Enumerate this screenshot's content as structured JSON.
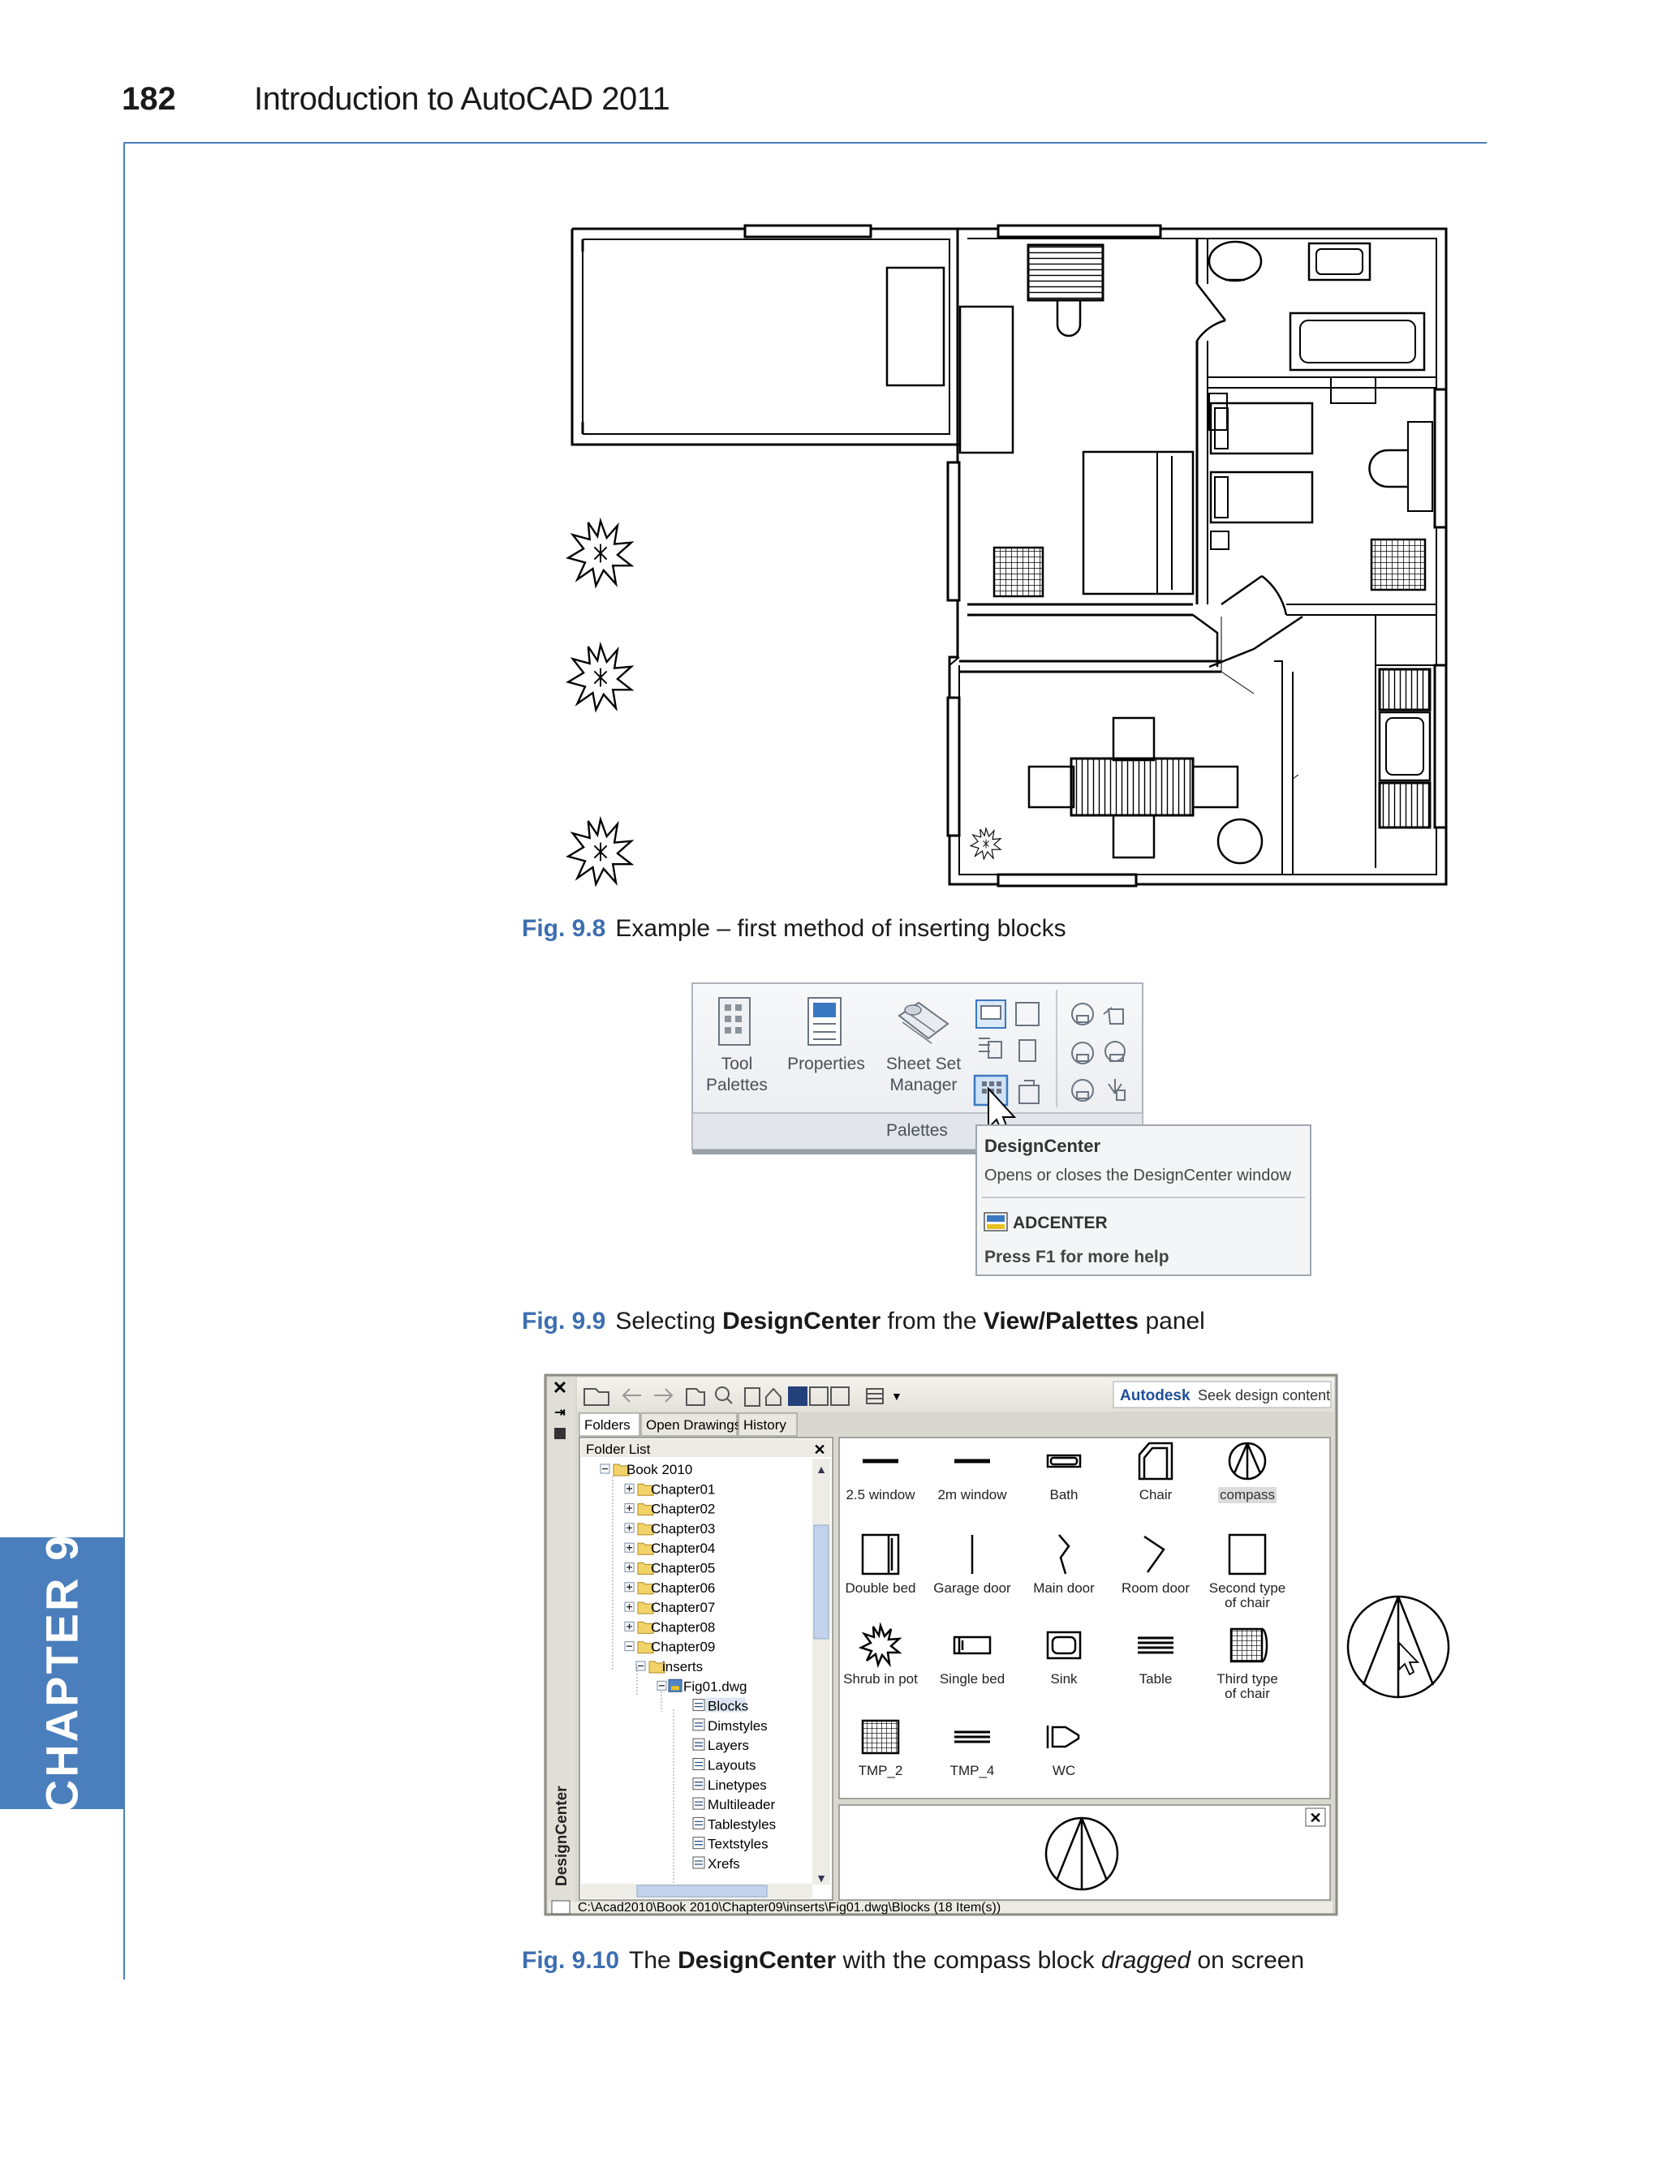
{
  "header": {
    "page_number": "182",
    "running_title": "Introduction to AutoCAD 2011"
  },
  "chapter_tab": "CHAPTER 9",
  "figures": {
    "fig98": {
      "number": "Fig. 9.8",
      "text": "Example – first method of inserting blocks"
    },
    "fig99": {
      "number": "Fig. 9.9",
      "pre": "Selecting ",
      "b1": "DesignCenter",
      "mid": " from the ",
      "b2": "View/Palettes",
      "post": " panel"
    },
    "fig910": {
      "number": "Fig. 9.10",
      "pre": "The ",
      "b1": "DesignCenter",
      "mid": " with the compass block ",
      "em": "dragged",
      "post": " on screen"
    }
  },
  "ribbon": {
    "tool_palettes": [
      "Tool",
      "Palettes"
    ],
    "properties": "Properties",
    "sheet_set": [
      "Sheet Set",
      "Manager"
    ],
    "panel_title": "Palettes",
    "tooltip": {
      "title": "DesignCenter",
      "desc": "Opens or closes the DesignCenter window",
      "command": "ADCENTER",
      "help": "Press F1 for more help"
    }
  },
  "designcenter": {
    "vertical_title": "DesignCenter",
    "seek_brand": "Autodesk",
    "seek_text": "Seek design content",
    "tabs": [
      "Folders",
      "Open Drawings",
      "History"
    ],
    "folder_list_label": "Folder List",
    "tree": [
      {
        "label": "Book 2010",
        "level": 0,
        "kind": "folder"
      },
      {
        "label": "Chapter01",
        "level": 1,
        "kind": "folder"
      },
      {
        "label": "Chapter02",
        "level": 1,
        "kind": "folder"
      },
      {
        "label": "Chapter03",
        "level": 1,
        "kind": "folder"
      },
      {
        "label": "Chapter04",
        "level": 1,
        "kind": "folder"
      },
      {
        "label": "Chapter05",
        "level": 1,
        "kind": "folder"
      },
      {
        "label": "Chapter06",
        "level": 1,
        "kind": "folder"
      },
      {
        "label": "Chapter07",
        "level": 1,
        "kind": "folder"
      },
      {
        "label": "Chapter08",
        "level": 1,
        "kind": "folder"
      },
      {
        "label": "Chapter09",
        "level": 1,
        "kind": "folder"
      },
      {
        "label": "inserts",
        "level": 2,
        "kind": "folder"
      },
      {
        "label": "Fig01.dwg",
        "level": 3,
        "kind": "dwg"
      },
      {
        "label": "Blocks",
        "level": 4,
        "kind": "item"
      },
      {
        "label": "Dimstyles",
        "level": 4,
        "kind": "item"
      },
      {
        "label": "Layers",
        "level": 4,
        "kind": "item"
      },
      {
        "label": "Layouts",
        "level": 4,
        "kind": "item"
      },
      {
        "label": "Linetypes",
        "level": 4,
        "kind": "item"
      },
      {
        "label": "Multileader",
        "level": 4,
        "kind": "item"
      },
      {
        "label": "Tablestyles",
        "level": 4,
        "kind": "item"
      },
      {
        "label": "Textstyles",
        "level": 4,
        "kind": "item"
      },
      {
        "label": "Xrefs",
        "level": 4,
        "kind": "item"
      }
    ],
    "blocks": [
      {
        "label": "2.5 window",
        "icon": "window-icon"
      },
      {
        "label": "2m window",
        "icon": "window-icon"
      },
      {
        "label": "Bath",
        "icon": "bath-icon"
      },
      {
        "label": "Chair",
        "icon": "chair-icon"
      },
      {
        "label": "compass",
        "icon": "compass-icon"
      },
      {
        "label": "Double bed",
        "icon": "double-bed-icon"
      },
      {
        "label": "Garage door",
        "icon": "garage-door-icon"
      },
      {
        "label": "Main door",
        "icon": "main-door-icon"
      },
      {
        "label": "Room door",
        "icon": "room-door-icon"
      },
      {
        "label": "Second type of chair",
        "icon": "second-chair-icon"
      },
      {
        "label": "Shrub in pot",
        "icon": "shrub-icon"
      },
      {
        "label": "Single bed",
        "icon": "single-bed-icon"
      },
      {
        "label": "Sink",
        "icon": "sink-icon"
      },
      {
        "label": "Table",
        "icon": "table-icon"
      },
      {
        "label": "Third type of chair",
        "icon": "third-chair-icon"
      },
      {
        "label": "TMP_2",
        "icon": "tmp2-icon"
      },
      {
        "label": "TMP_4",
        "icon": "tmp4-icon"
      },
      {
        "label": "WC",
        "icon": "wc-icon"
      }
    ],
    "status_path": "C:\\Acad2010\\Book 2010\\Chapter09\\inserts\\Fig01.dwg\\Blocks (18 Item(s))",
    "selected_block": "compass"
  }
}
